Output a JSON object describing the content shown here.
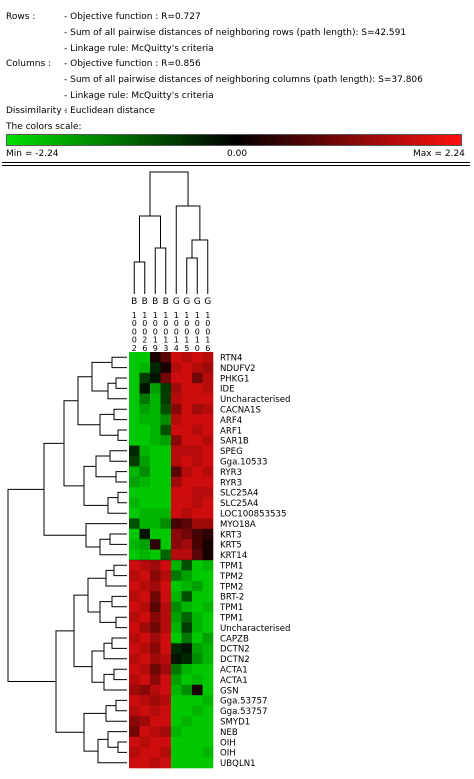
{
  "rows": {
    "label": "Rows :",
    "objective": "- Objective function : R=0.727",
    "sum": "- Sum of all pairwise distances of neighboring rows (path length): S=42.591",
    "linkage": "- Linkage rule:  McQuitty's criteria"
  },
  "columns": {
    "label": "Columns :",
    "objective": "- Objective function : R=0.856",
    "sum": "- Sum of all pairwise distances of neighboring columns (path length): S=37.806",
    "linkage": "- Linkage rule:  McQuitty's criteria"
  },
  "dissimilarity": {
    "label": "Dissimilarity :",
    "value": "- Euclidean distance"
  },
  "scale": {
    "title": "The colors scale:",
    "min": "Min = -2.24",
    "mid": "0.00",
    "max": "Max = 2.24",
    "min_value": -2.24,
    "max_value": 2.24,
    "low_color": "#00e000",
    "mid_color": "#000000",
    "high_color": "#ff1010"
  },
  "heatmap": {
    "column_groups": [
      "B",
      "B",
      "B",
      "B",
      "G",
      "G",
      "G",
      "G"
    ],
    "column_ids": [
      [
        "1",
        "0",
        "0",
        "0",
        "2"
      ],
      [
        "1",
        "0",
        "0",
        "2",
        "6"
      ],
      [
        "1",
        "0",
        "0",
        "1",
        "9"
      ],
      [
        "1",
        "0",
        "0",
        "1",
        "3"
      ],
      [
        "1",
        "0",
        "0",
        "1",
        "4"
      ],
      [
        "1",
        "0",
        "0",
        "1",
        "5"
      ],
      [
        "1",
        "0",
        "0",
        "1",
        "0"
      ],
      [
        "1",
        "0",
        "0",
        "1",
        "6"
      ]
    ],
    "row_labels": [
      "RTN4",
      "NDUFV2",
      "PHKG1",
      "IDE",
      "Uncharacterised",
      "CACNA1S",
      "ARF4",
      "ARF1",
      "SAR1B",
      "SPEG",
      "Gga.10533",
      "RYR3",
      "RYR3",
      "SLC25A4",
      "SLC25A4",
      "LOC100853535",
      "MYO18A",
      "KRT3",
      "KRT5",
      "KRT14",
      "TPM1",
      "TPM2",
      "TPM2",
      "BRT-2",
      "TPM1",
      "TPM1",
      "Uncharacterised",
      "CAPZB",
      "DCTN2",
      "DCTN2",
      "ACTA1",
      "ACTA1",
      "GSN",
      "Gga.53757",
      "Gga.53757",
      "SMYD1",
      "NEB",
      "OIH",
      "OIH",
      "UBQLN1"
    ],
    "values": [
      [
        -2.0,
        -2.0,
        0.2,
        0.8,
        1.8,
        1.6,
        1.8,
        1.6
      ],
      [
        -2.0,
        -1.8,
        -0.4,
        0.2,
        1.6,
        1.8,
        1.6,
        1.4
      ],
      [
        -2.0,
        -0.6,
        -0.2,
        1.0,
        1.8,
        1.8,
        1.0,
        1.6
      ],
      [
        -2.0,
        -0.2,
        -1.6,
        -0.6,
        1.4,
        1.8,
        1.8,
        1.6
      ],
      [
        -2.0,
        -1.2,
        -1.8,
        -0.6,
        1.6,
        1.8,
        1.8,
        1.8
      ],
      [
        -2.0,
        -1.6,
        -1.8,
        -0.8,
        1.2,
        1.8,
        1.4,
        1.6
      ],
      [
        -2.0,
        -1.8,
        -1.8,
        -1.4,
        1.6,
        1.8,
        1.8,
        1.8
      ],
      [
        -2.0,
        -2.0,
        -1.8,
        -0.8,
        1.8,
        1.8,
        1.6,
        1.8
      ],
      [
        -2.0,
        -2.0,
        -1.8,
        -1.6,
        1.2,
        1.8,
        1.8,
        1.6
      ],
      [
        -0.4,
        -1.8,
        -2.0,
        -2.0,
        1.6,
        1.6,
        1.6,
        1.8
      ],
      [
        -0.6,
        -1.6,
        -2.0,
        -2.0,
        1.6,
        1.8,
        1.6,
        1.8
      ],
      [
        -1.8,
        -1.4,
        -2.0,
        -2.0,
        0.8,
        1.6,
        1.8,
        1.6
      ],
      [
        -1.6,
        -1.8,
        -2.0,
        -2.0,
        1.4,
        1.8,
        1.8,
        1.8
      ],
      [
        -2.0,
        -2.0,
        -2.0,
        -2.0,
        1.8,
        1.8,
        1.6,
        1.6
      ],
      [
        -1.8,
        -2.0,
        -2.0,
        -2.0,
        1.8,
        1.8,
        1.6,
        1.8
      ],
      [
        -2.0,
        -1.8,
        -1.8,
        -1.8,
        1.8,
        1.6,
        1.8,
        1.8
      ],
      [
        -0.8,
        -1.8,
        -1.8,
        -1.4,
        0.6,
        0.8,
        1.4,
        1.4
      ],
      [
        -2.0,
        -0.2,
        -2.0,
        -2.0,
        1.2,
        1.0,
        0.6,
        0.4
      ],
      [
        -1.8,
        -1.6,
        0.4,
        -2.0,
        1.2,
        1.4,
        0.6,
        0.2
      ],
      [
        -2.0,
        -1.8,
        -2.0,
        -1.0,
        1.6,
        1.6,
        0.8,
        0.2
      ],
      [
        1.8,
        1.6,
        1.4,
        1.8,
        -1.8,
        -0.8,
        -2.0,
        -1.8
      ],
      [
        1.6,
        1.8,
        1.2,
        1.6,
        -1.2,
        -1.6,
        -2.0,
        -2.0
      ],
      [
        1.8,
        1.6,
        1.4,
        1.8,
        -2.0,
        -1.8,
        -1.6,
        -2.0
      ],
      [
        1.6,
        1.8,
        1.0,
        1.8,
        -1.8,
        -0.8,
        -2.0,
        -2.0
      ],
      [
        1.8,
        1.6,
        0.8,
        1.6,
        -1.4,
        -1.8,
        -2.0,
        -1.8
      ],
      [
        1.6,
        1.8,
        1.2,
        1.6,
        -1.6,
        -1.0,
        -1.8,
        -2.0
      ],
      [
        1.8,
        1.4,
        1.0,
        1.6,
        -1.8,
        -0.6,
        -1.8,
        -2.0
      ],
      [
        1.6,
        1.8,
        1.4,
        1.8,
        -2.0,
        -1.2,
        -2.0,
        -1.6
      ],
      [
        1.8,
        1.6,
        1.2,
        1.8,
        -0.4,
        -0.2,
        -1.6,
        -1.8
      ],
      [
        1.6,
        1.8,
        1.4,
        1.6,
        -0.2,
        -0.4,
        -1.4,
        -1.8
      ],
      [
        1.8,
        1.6,
        1.0,
        1.4,
        -1.2,
        -1.8,
        -2.0,
        -2.0
      ],
      [
        1.6,
        1.8,
        1.2,
        1.8,
        -1.6,
        -2.0,
        -1.8,
        -2.0
      ],
      [
        1.4,
        1.2,
        1.6,
        1.8,
        -1.8,
        -1.4,
        0.2,
        -2.0
      ],
      [
        1.8,
        1.6,
        1.4,
        1.6,
        -2.0,
        -2.0,
        -2.0,
        -1.8
      ],
      [
        1.6,
        1.8,
        1.6,
        1.8,
        -2.0,
        -2.0,
        -1.8,
        -2.0
      ],
      [
        1.2,
        1.4,
        1.8,
        1.8,
        -2.0,
        -1.8,
        -2.0,
        -2.0
      ],
      [
        1.0,
        1.8,
        1.6,
        1.4,
        -1.8,
        -2.0,
        -2.0,
        -2.0
      ],
      [
        1.8,
        1.6,
        1.8,
        1.8,
        -2.0,
        -2.0,
        -2.0,
        -2.0
      ],
      [
        1.6,
        1.8,
        1.8,
        1.6,
        -2.0,
        -2.0,
        -2.0,
        -1.8
      ],
      [
        1.8,
        1.8,
        1.6,
        1.8,
        -2.0,
        -2.0,
        -2.0,
        -2.0
      ]
    ]
  }
}
